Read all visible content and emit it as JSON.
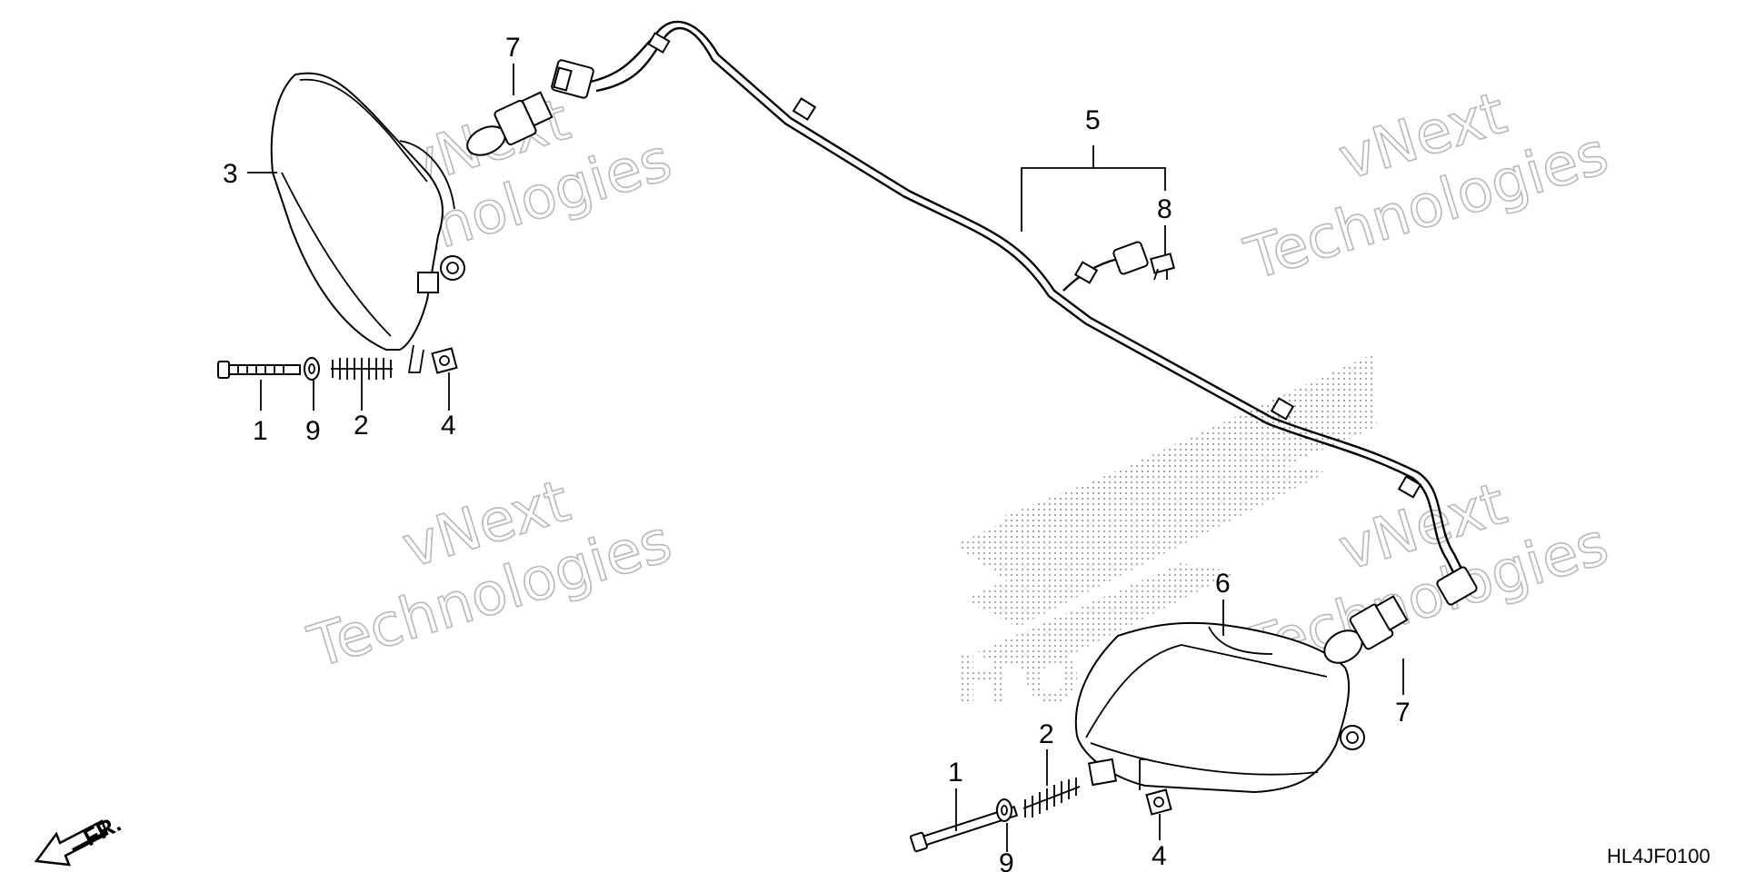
{
  "diagram": {
    "code": "HL4JF0100",
    "front_indicator": "FR.",
    "watermark": {
      "line1": "vNext",
      "line2": "Technologies"
    },
    "brand_logo": "HONDA",
    "colors": {
      "lines": "#000000",
      "watermark": "#b8b8b8",
      "logo_dots": "#a0a0a0"
    },
    "callouts": {
      "left_headlight": "3",
      "left_bolt": "1",
      "left_washer": "9",
      "left_spring": "2",
      "left_nut": "4",
      "left_bulb": "7",
      "harness": "5",
      "harness_connector": "8",
      "right_headlight": "6",
      "right_bulb": "7",
      "right_bolt": "1",
      "right_spring": "2",
      "right_washer": "9",
      "right_nut": "4"
    }
  }
}
